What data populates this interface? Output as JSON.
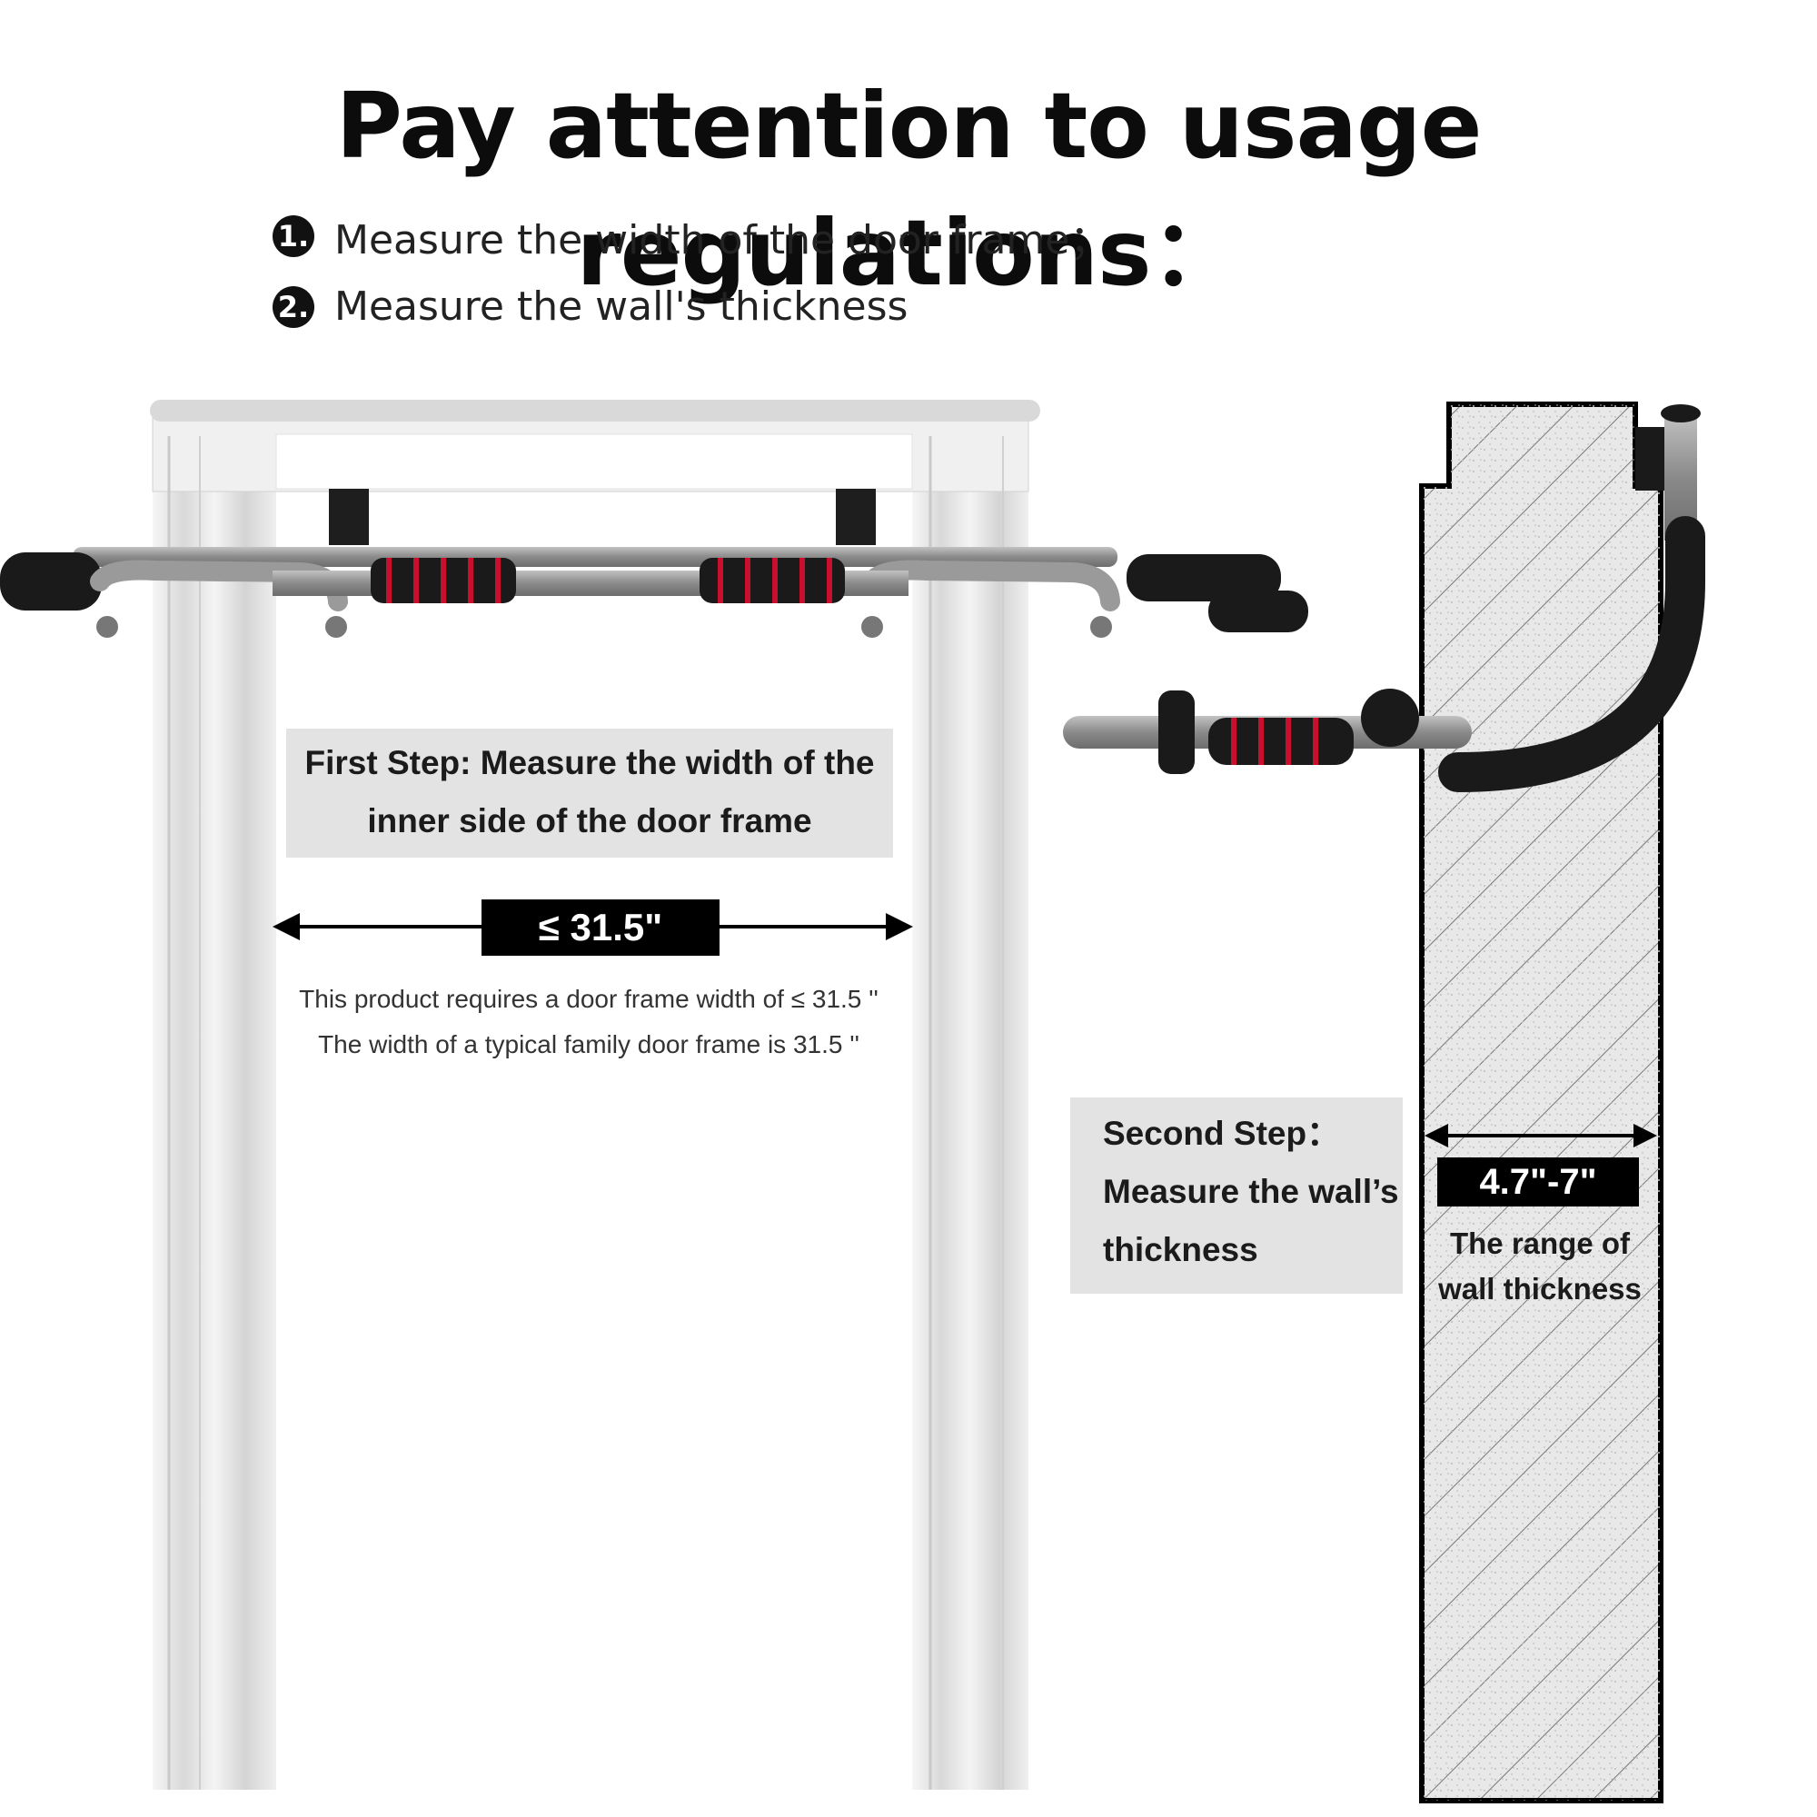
{
  "title": "Pay attention to usage regulations：",
  "steps": [
    {
      "bullet": "1.",
      "text": "Measure the width of the door frame；"
    },
    {
      "bullet": "2.",
      "text": "Measure the wall's thickness"
    }
  ],
  "first_step": {
    "line1": "First Step: Measure the width of the",
    "line2": "inner side of the door frame",
    "width_label": "≤ 31.5\"",
    "note1": "This product requires a door frame width of ≤ 31.5 ''",
    "note2": "The width of a typical family door frame is 31.5 ''"
  },
  "second_step": {
    "line1": "Second Step：",
    "line2": "Measure the wall’s",
    "line3": "thickness",
    "thickness_label": "4.7\"-7\"",
    "range_line1": "The range of",
    "range_line2": "wall thickness"
  },
  "colors": {
    "foam": "#1a1a1a",
    "stripe": "#c8102e",
    "steel": "#8f8f8f",
    "frame": "#e9e9e9"
  },
  "icons": [
    "arrow-left-icon",
    "arrow-right-icon",
    "pullup-bar-illustration",
    "wall-section-illustration"
  ]
}
